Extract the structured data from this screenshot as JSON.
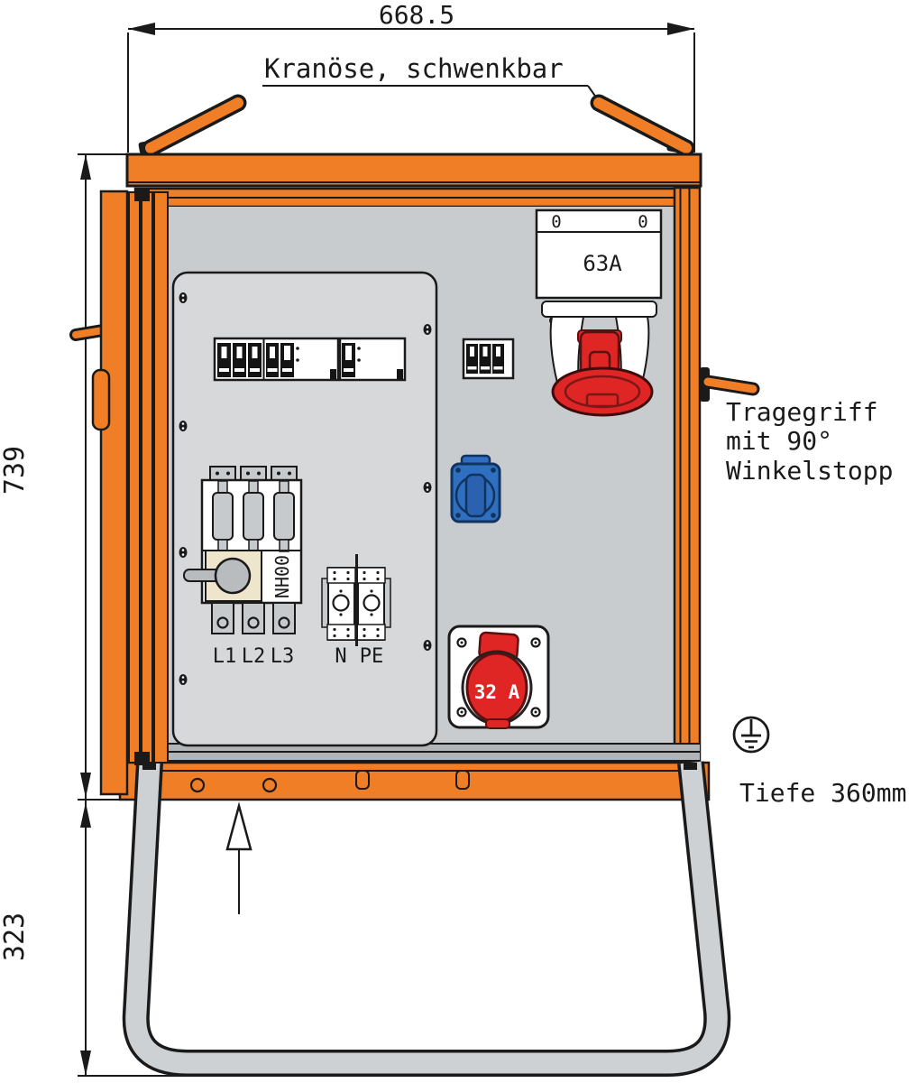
{
  "annotations": {
    "width_top": "668.5",
    "crane_note": "Kranöse, schwenkbar",
    "height_body": "739",
    "height_stand": "323",
    "handle_note_line1": "Tragegriff",
    "handle_note_line2": "mit 90°",
    "handle_note_line3": "Winkelstopp",
    "depth_note": "Tiefe 360mm"
  },
  "components": {
    "fuse_switch_63a": {
      "slot_left": "0",
      "slot_right": "0",
      "rating": "63A"
    },
    "nh_disconnector": {
      "label": "NH00",
      "phase_l1": "L1",
      "phase_l2": "L2",
      "phase_l3": "L3"
    },
    "terminal_blocks": {
      "neutral": "N",
      "earth": "PE"
    },
    "cee_socket_32a": {
      "rating": "32 A"
    }
  },
  "colors": {
    "frame_orange": "#F07E26",
    "outline": "#1A1A1A",
    "interior_grey": "#C9CCCE",
    "panel_grey": "#D6D8DA",
    "stand_grey": "#CDD1D3",
    "cee_red": "#E02525",
    "cee_red_dark": "#5A1010",
    "schuko_blue": "#2E6FC0",
    "schuko_blue_dark": "#13335F",
    "handle_beige": "#EDE6CC",
    "device_white": "#FFFFFF"
  }
}
